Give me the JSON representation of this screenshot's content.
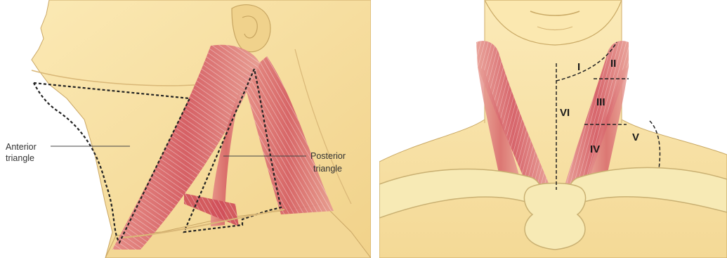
{
  "left_panel": {
    "labels": {
      "anterior_line1": "Anterior",
      "anterior_line2": "triangle",
      "posterior_line1": "Posterior",
      "posterior_line2": "triangle"
    }
  },
  "right_panel": {
    "levels": {
      "I": "I",
      "II": "II",
      "III": "III",
      "IV": "IV",
      "V": "V",
      "VI": "VI"
    }
  },
  "colors": {
    "skin": "#f6dfa0",
    "skin_shadow": "#e8c97f",
    "muscle": "#d8646a",
    "muscle_light": "#eab0a8",
    "bone": "#f7eab5",
    "bone_outline": "#c9b072",
    "dashed": "#222222"
  }
}
